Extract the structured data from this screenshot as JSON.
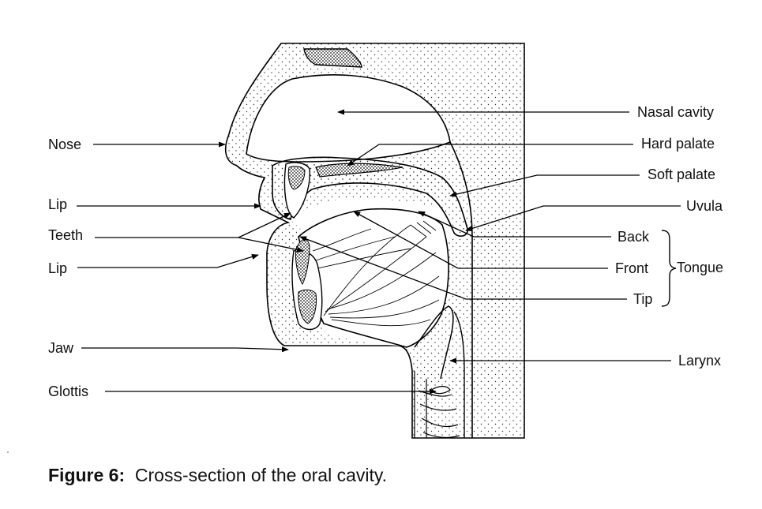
{
  "labels": {
    "nose": "Nose",
    "lip_upper": "Lip",
    "teeth": "Teeth",
    "lip_lower": "Lip",
    "jaw": "Jaw",
    "glottis": "Glottis",
    "nasal_cavity": "Nasal cavity",
    "hard_palate": "Hard palate",
    "soft_palate": "Soft palate",
    "uvula": "Uvula",
    "tongue_back": "Back",
    "tongue_front": "Front",
    "tongue_tip": "Tip",
    "tongue": "Tongue",
    "larynx": "Larynx"
  },
  "caption": {
    "number": "Figure 6:",
    "text": "Cross-section of the oral cavity."
  }
}
